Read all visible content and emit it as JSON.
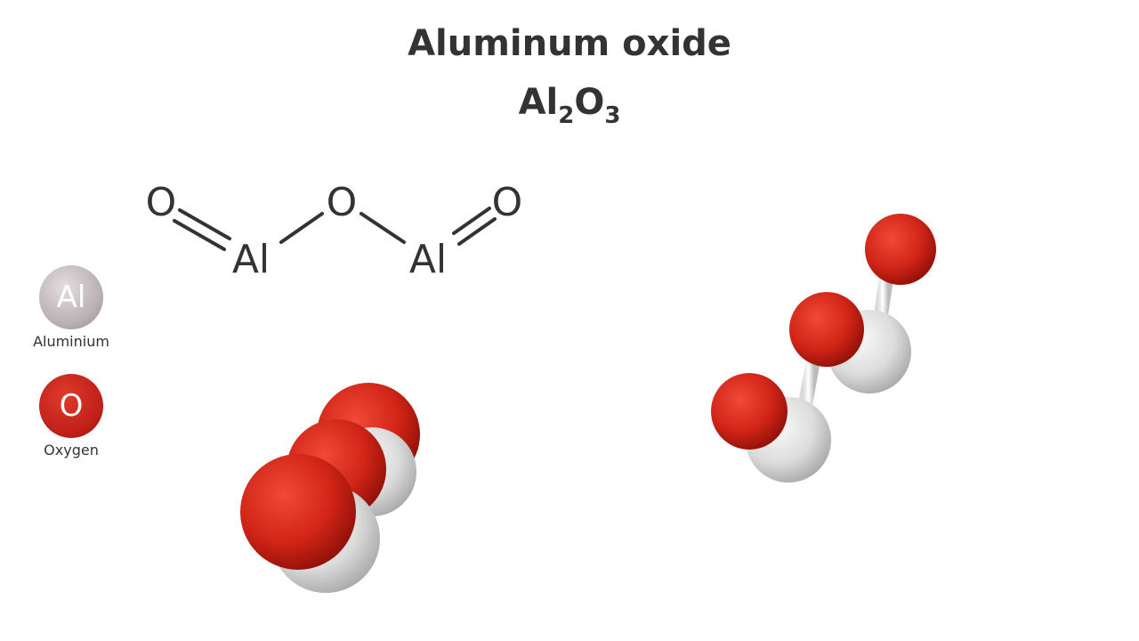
{
  "title": "Aluminum oxide",
  "formula": {
    "parts": [
      "Al",
      "2",
      "O",
      "3"
    ]
  },
  "structural_formula": {
    "atoms": [
      "O",
      "Al",
      "O",
      "Al",
      "O"
    ],
    "bonds": [
      "double",
      "single",
      "single",
      "double"
    ]
  },
  "legend": [
    {
      "symbol": "Al",
      "label": "Aluminium",
      "color": "#b8afb2"
    },
    {
      "symbol": "O",
      "label": "Oxygen",
      "color": "#c0201a"
    }
  ],
  "colors": {
    "aluminium": "#e6e6e6",
    "oxygen": "#d22a1c",
    "text": "#333333"
  }
}
